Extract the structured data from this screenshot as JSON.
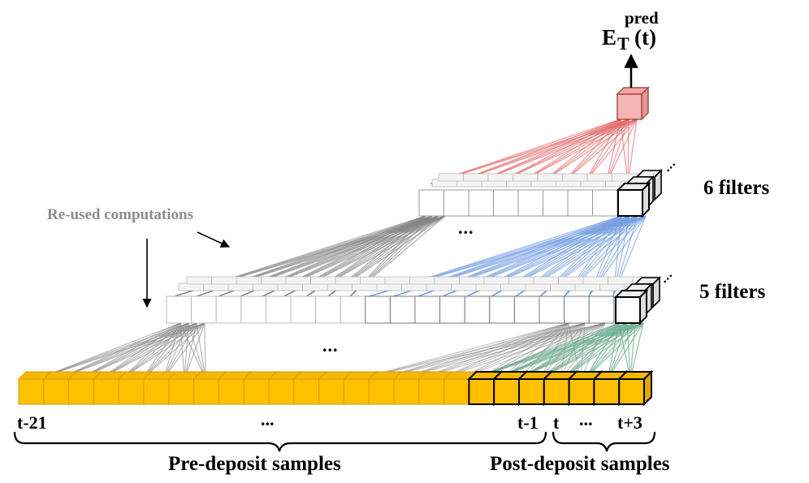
{
  "output_label": {
    "main": "E",
    "subscript": "T",
    "superscript": "pred",
    "argument": "(t)"
  },
  "filters_top": "6 filters",
  "filters_mid": "5 filters",
  "reused_label": "Re-used computations",
  "ellipsis": "...",
  "bottom_labels": {
    "start": "t-21",
    "middle": "...",
    "before": "t-1",
    "current": "t",
    "after_dots": "...",
    "end": "t+3"
  },
  "groups": {
    "pre": "Pre-deposit samples",
    "post": "Post-deposit samples"
  },
  "colors": {
    "input_fill": "#ffc000",
    "output_fill": "#f4b6b2",
    "red_lines": "#e06060",
    "blue_lines": "#6f9be0",
    "green_lines": "#6aaa8e",
    "gray_lines": "#808080"
  }
}
